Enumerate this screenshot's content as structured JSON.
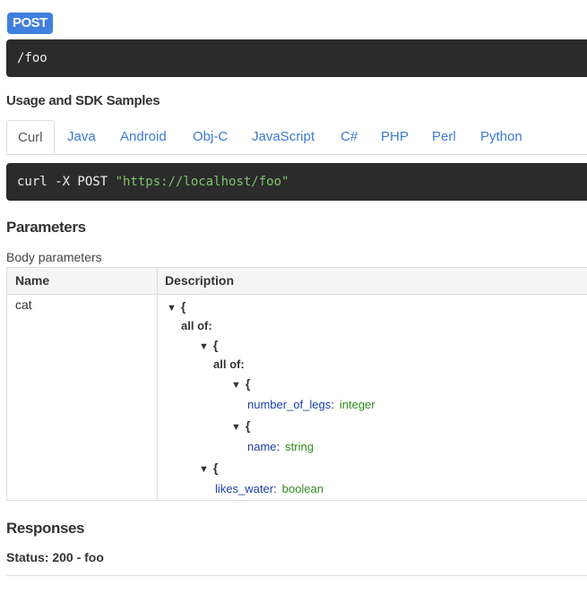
{
  "operation": {
    "method": "POST",
    "path": "/foo"
  },
  "sdk": {
    "heading": "Usage and SDK Samples",
    "tabs": [
      "Curl",
      "Java",
      "Android",
      "Obj-C",
      "JavaScript",
      "C#",
      "PHP",
      "Perl",
      "Python"
    ],
    "active_tab": "Curl",
    "curl_command": "curl -X POST ",
    "curl_url": "\"https://localhost/foo\""
  },
  "parameters": {
    "heading": "Parameters",
    "subheading": "Body parameters",
    "columns": [
      "Name",
      "Description"
    ],
    "rows": [
      {
        "name": "cat"
      }
    ],
    "tree": {
      "open_brace": "{",
      "all_of_label": "all of:",
      "props": [
        {
          "name": "number_of_legs",
          "type": "integer"
        },
        {
          "name": "name",
          "type": "string"
        },
        {
          "name": "likes_water",
          "type": "boolean"
        }
      ]
    }
  },
  "responses": {
    "heading": "Responses",
    "status": "Status: 200 - foo"
  },
  "colors": {
    "method_badge": "#3f7fe0",
    "code_bg": "#2b2b2b",
    "string_green": "#7ec36f",
    "link_blue": "#3a7bd5",
    "prop_blue": "#1a3ea8",
    "type_green": "#2f8a1e"
  }
}
